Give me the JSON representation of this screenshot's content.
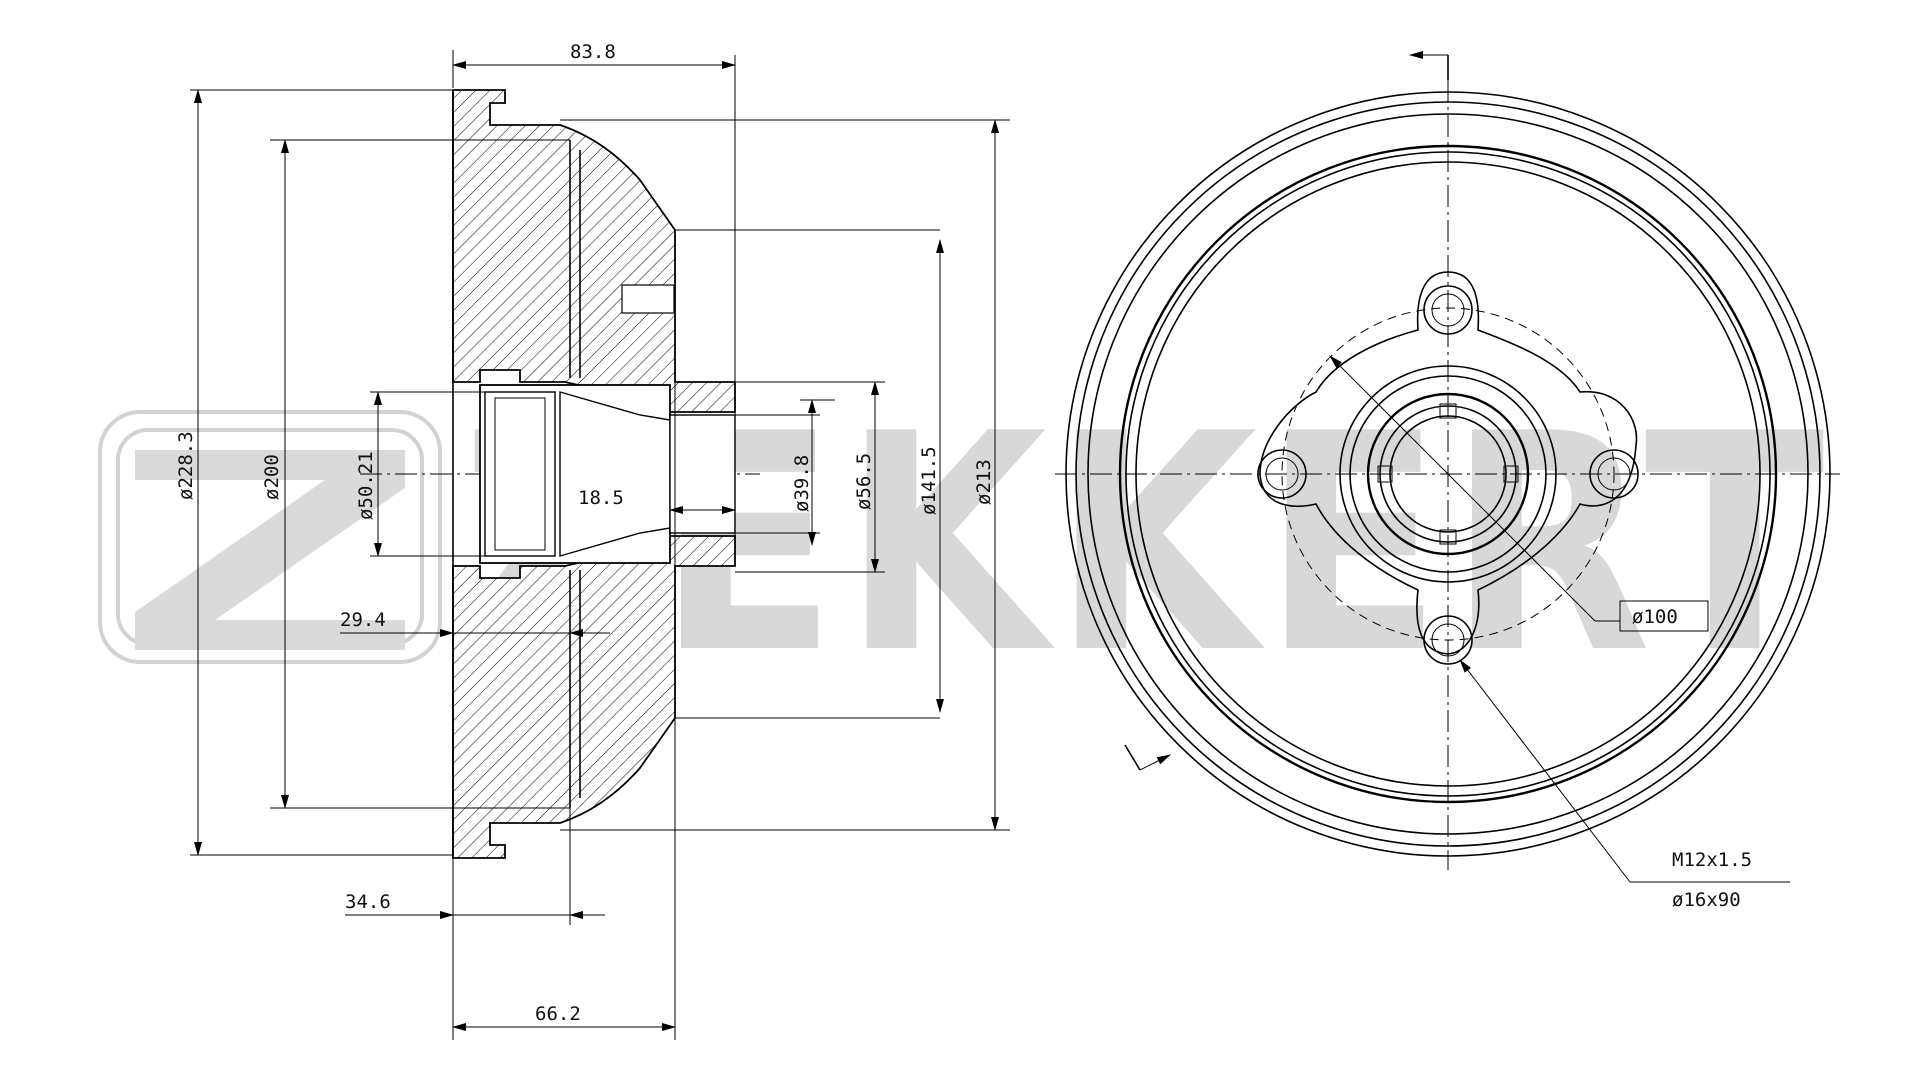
{
  "brand": {
    "watermark_text": "ZEKKERT",
    "watermark_color": "#d8d8d8"
  },
  "dimensions": {
    "width_overall": "83.8",
    "diameter_outer": "ø228.3",
    "diameter_drum": "ø200",
    "diameter_bore": "ø50.21",
    "length_bore": "18.5",
    "diameter_inner": "ø39.8",
    "diameter_hub": "ø56.5",
    "diameter_flange": "ø141.5",
    "diameter_rim": "ø213",
    "offset_a": "29.4",
    "offset_b": "34.6",
    "depth": "66.2",
    "bolt_circle": "ø100",
    "thread": "M12x1.5",
    "stud": "ø16x90"
  },
  "colors": {
    "line": "#000000",
    "background": "#ffffff"
  }
}
